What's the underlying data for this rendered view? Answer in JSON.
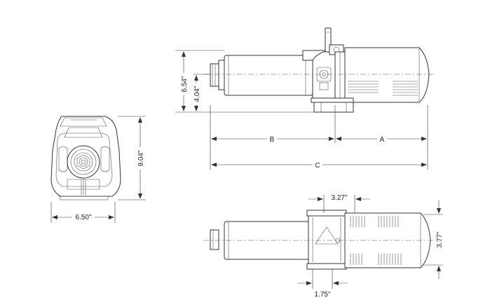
{
  "labels": {
    "front_width": "6.50\"",
    "front_height": "9.04\"",
    "side_overall_height": "6.54\"",
    "side_center_height": "4.04\"",
    "dim_b": "B",
    "dim_a": "A",
    "dim_c": "C",
    "top_flange_span": "3.27\"",
    "top_height": "3.77\"",
    "top_offset": "1.75\""
  },
  "colors": {
    "line": "#333333",
    "background": "#ffffff"
  }
}
